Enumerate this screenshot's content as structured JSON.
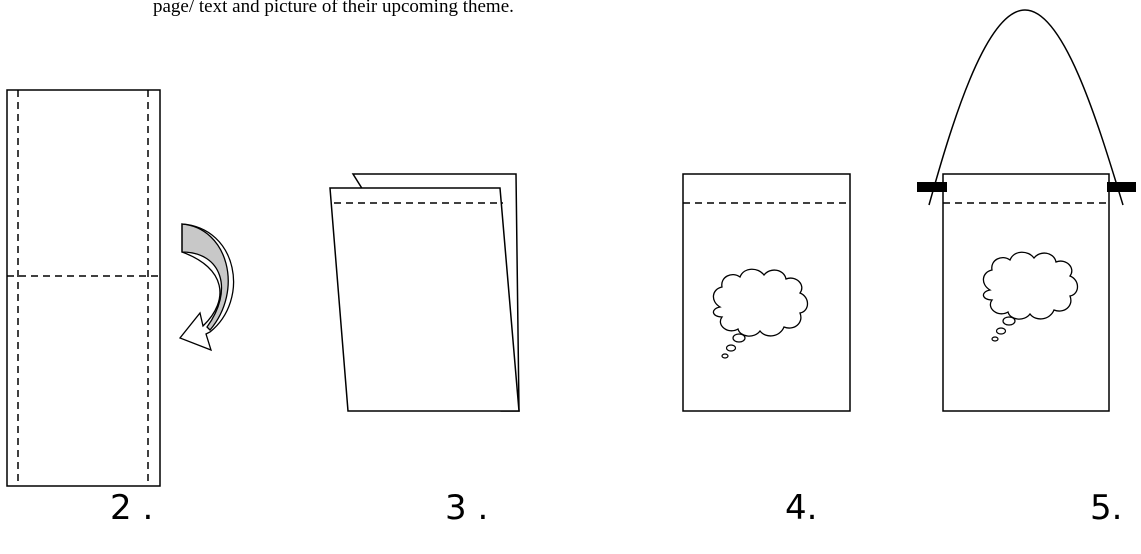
{
  "caption": "page/ text and picture of their upcoming theme.",
  "steps": [
    {
      "id": 2,
      "label": "2 ."
    },
    {
      "id": 3,
      "label": "3 ."
    },
    {
      "id": 4,
      "label": "4."
    },
    {
      "id": 5,
      "label": "5."
    }
  ],
  "icons": [
    "fold-arrow-icon",
    "thought-bubble-icon"
  ],
  "colors": {
    "line": "#000000",
    "arrow_fill": "#c8c8c8",
    "background": "#ffffff"
  }
}
